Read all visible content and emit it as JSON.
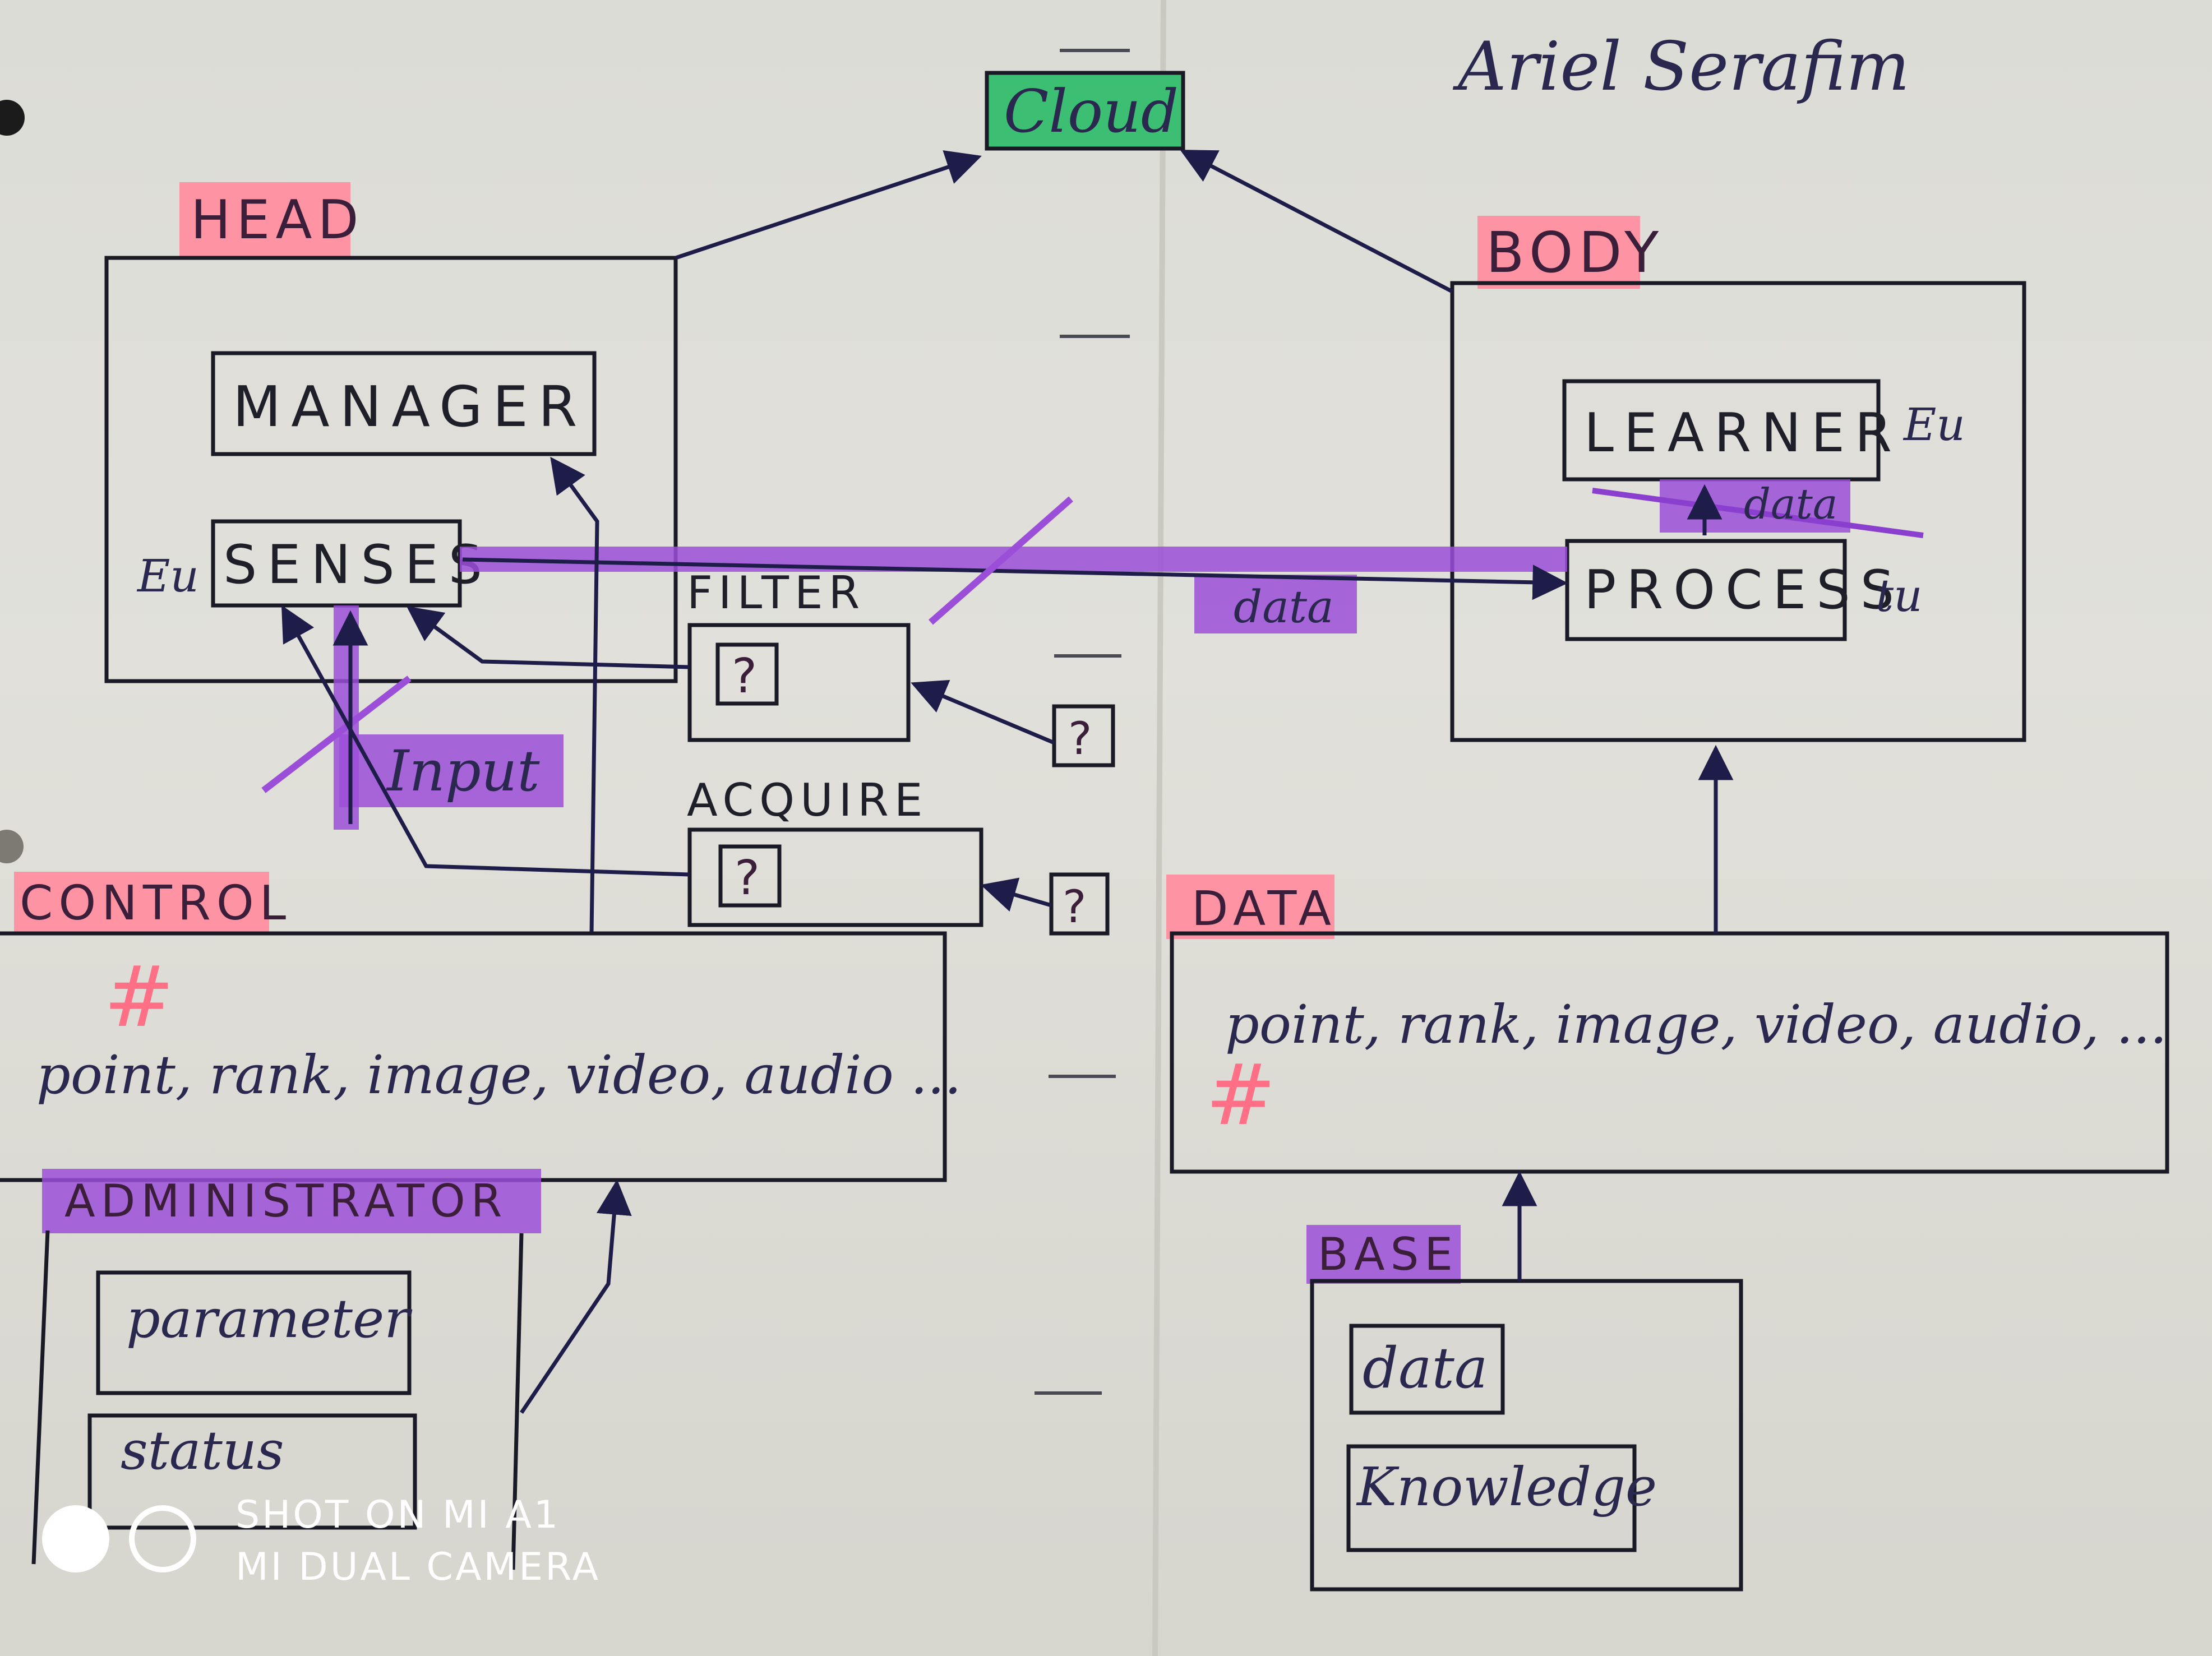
{
  "diagram": {
    "signature": "Ariel Serafim",
    "cloud": "Cloud",
    "head": {
      "tag": "HEAD",
      "manager": "MANAGER",
      "senses": "SENSES",
      "senses_note": "Eu"
    },
    "body": {
      "tag": "BODY",
      "learner": "LEARNER",
      "learner_note": "Eu",
      "process": "PROCESS",
      "process_note": "tu",
      "learner_data": "data"
    },
    "flow": {
      "data_label": "data",
      "input_label": "Input"
    },
    "filter": {
      "title": "FILTER",
      "inner": "?",
      "source": "?"
    },
    "acquire": {
      "title": "ACQUIRE",
      "inner": "?",
      "source": "?"
    },
    "control": {
      "tag": "CONTROL",
      "mark": "#",
      "types": "point, rank, image, video, audio ..."
    },
    "data": {
      "tag": "DATA",
      "mark": "#",
      "types": "point, rank, image, video, audio, ..."
    },
    "administrator": {
      "tag": "ADMINISTRATOR",
      "parameter": "parameter",
      "status": "status"
    },
    "base": {
      "tag": "BASE",
      "data": "data",
      "knowledge": "Knowledge"
    },
    "watermark": {
      "line1": "SHOT ON MI A1",
      "line2": "MI DUAL CAMERA"
    },
    "colors": {
      "ink": "#1e1c48",
      "highlight_purple": "#9b4fd8",
      "highlight_pink": "#ff8fa0",
      "cloud_green": "#3dbf73"
    }
  }
}
